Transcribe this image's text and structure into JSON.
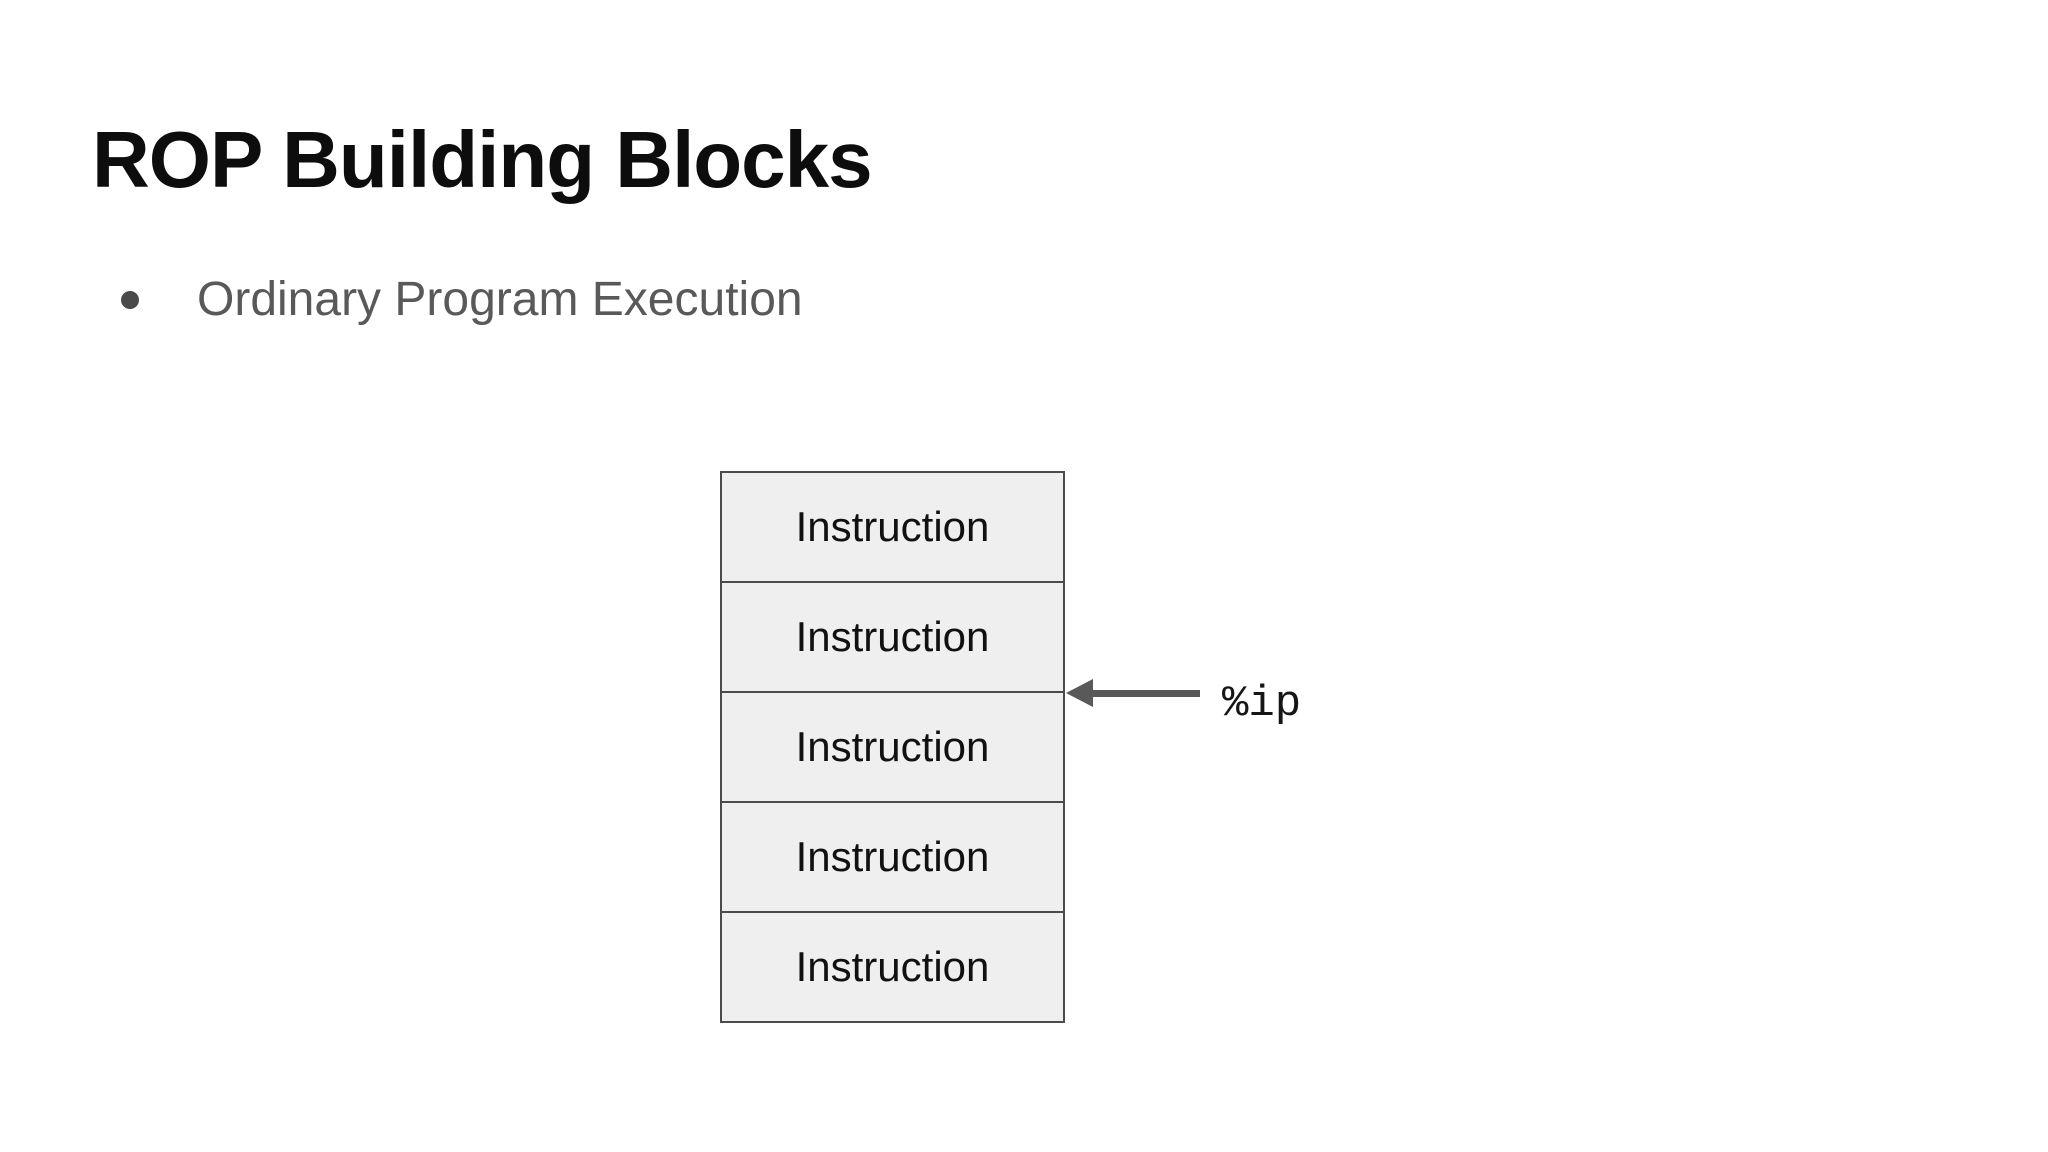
{
  "slide": {
    "title": "ROP Building Blocks",
    "bullets": [
      {
        "label": "Ordinary Program Execution"
      }
    ],
    "diagram": {
      "boxes": [
        "Instruction",
        "Instruction",
        "Instruction",
        "Instruction",
        "Instruction"
      ],
      "pointer_label": "%ip"
    },
    "colors": {
      "background": "#ffffff",
      "title_text": "#0d0d0d",
      "bullet_text": "#595959",
      "bullet_dot": "#4a4a4a",
      "box_fill": "#efefef",
      "box_border": "#4b4b4b",
      "box_text": "#111111",
      "arrow": "#595959",
      "pointer_text": "#161616"
    }
  }
}
